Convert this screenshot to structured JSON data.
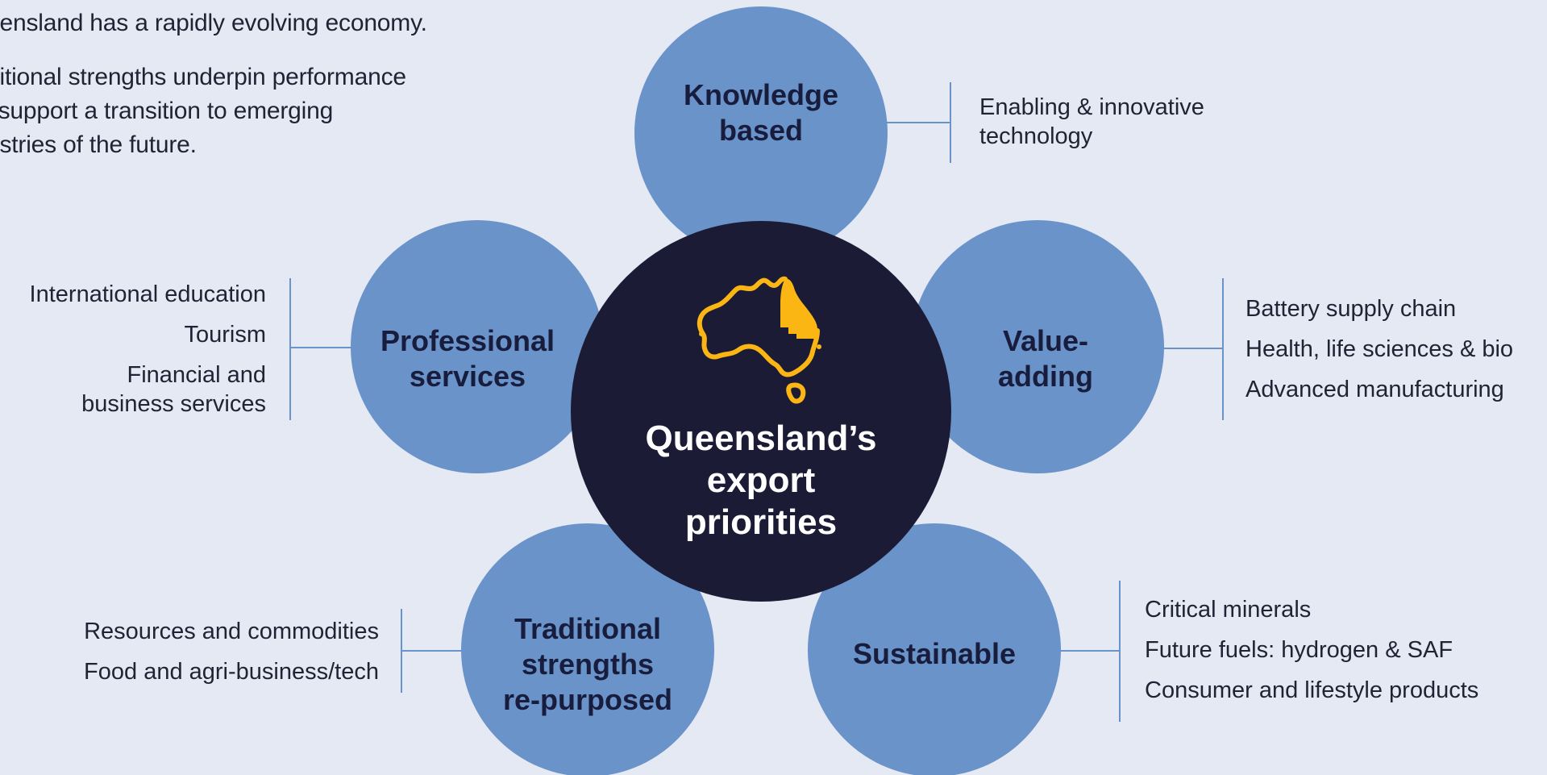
{
  "intro": {
    "line1": "eensland has a rapidly evolving economy.",
    "line2": "ditional strengths underpin performance\nl support a transition to emerging\nustries of the future."
  },
  "center": {
    "title": "Queensland’s\nexport\npriorities",
    "map_icon": "australia-map-icon",
    "accent_color": "#fbb614"
  },
  "categories": {
    "knowledge": {
      "label": "Knowledge\nbased",
      "items": [
        "Enabling & innovative\ntechnology"
      ]
    },
    "professional": {
      "label": "Professional\nservices",
      "items": [
        "International education",
        "Tourism",
        "Financial and\nbusiness services"
      ]
    },
    "value": {
      "label": "Value-\nadding",
      "items": [
        "Battery supply chain",
        "Health, life sciences & bio",
        "Advanced manufacturing"
      ]
    },
    "traditional": {
      "label": "Traditional\nstrengths\nre-purposed",
      "items": [
        "Resources and commodities",
        "Food and agri-business/tech"
      ]
    },
    "sustainable": {
      "label": "Sustainable",
      "items": [
        "Critical minerals",
        "Future fuels: hydrogen & SAF",
        "Consumer and lifestyle products"
      ]
    }
  },
  "colors": {
    "background": "#e5e9f4",
    "circle": "#6993c9",
    "center": "#1c1b36",
    "label_text": "#191d3d"
  }
}
